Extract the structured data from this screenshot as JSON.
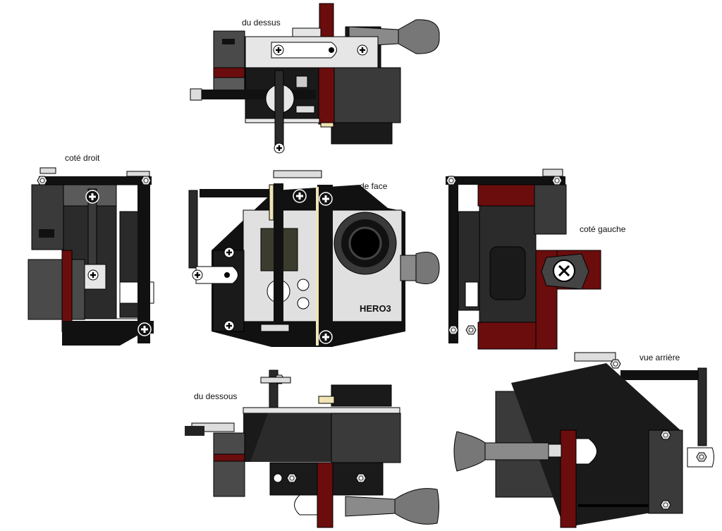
{
  "labels": {
    "top": "du dessus",
    "right_side": "coté droit",
    "front": "de face",
    "left_side": "coté gauche",
    "bottom": "du dessous",
    "rear": "vue arrière"
  },
  "camera_brand": "HERO3",
  "colors": {
    "black": "#111111",
    "dark": "#2b2b2b",
    "mid": "#3c3c3c",
    "grey": "#5a5a5a",
    "light": "#bdbdbd",
    "pale": "#e6e6e6",
    "maroon": "#6b0d0d",
    "cream": "#f1e4b5",
    "lens": "#777777"
  }
}
